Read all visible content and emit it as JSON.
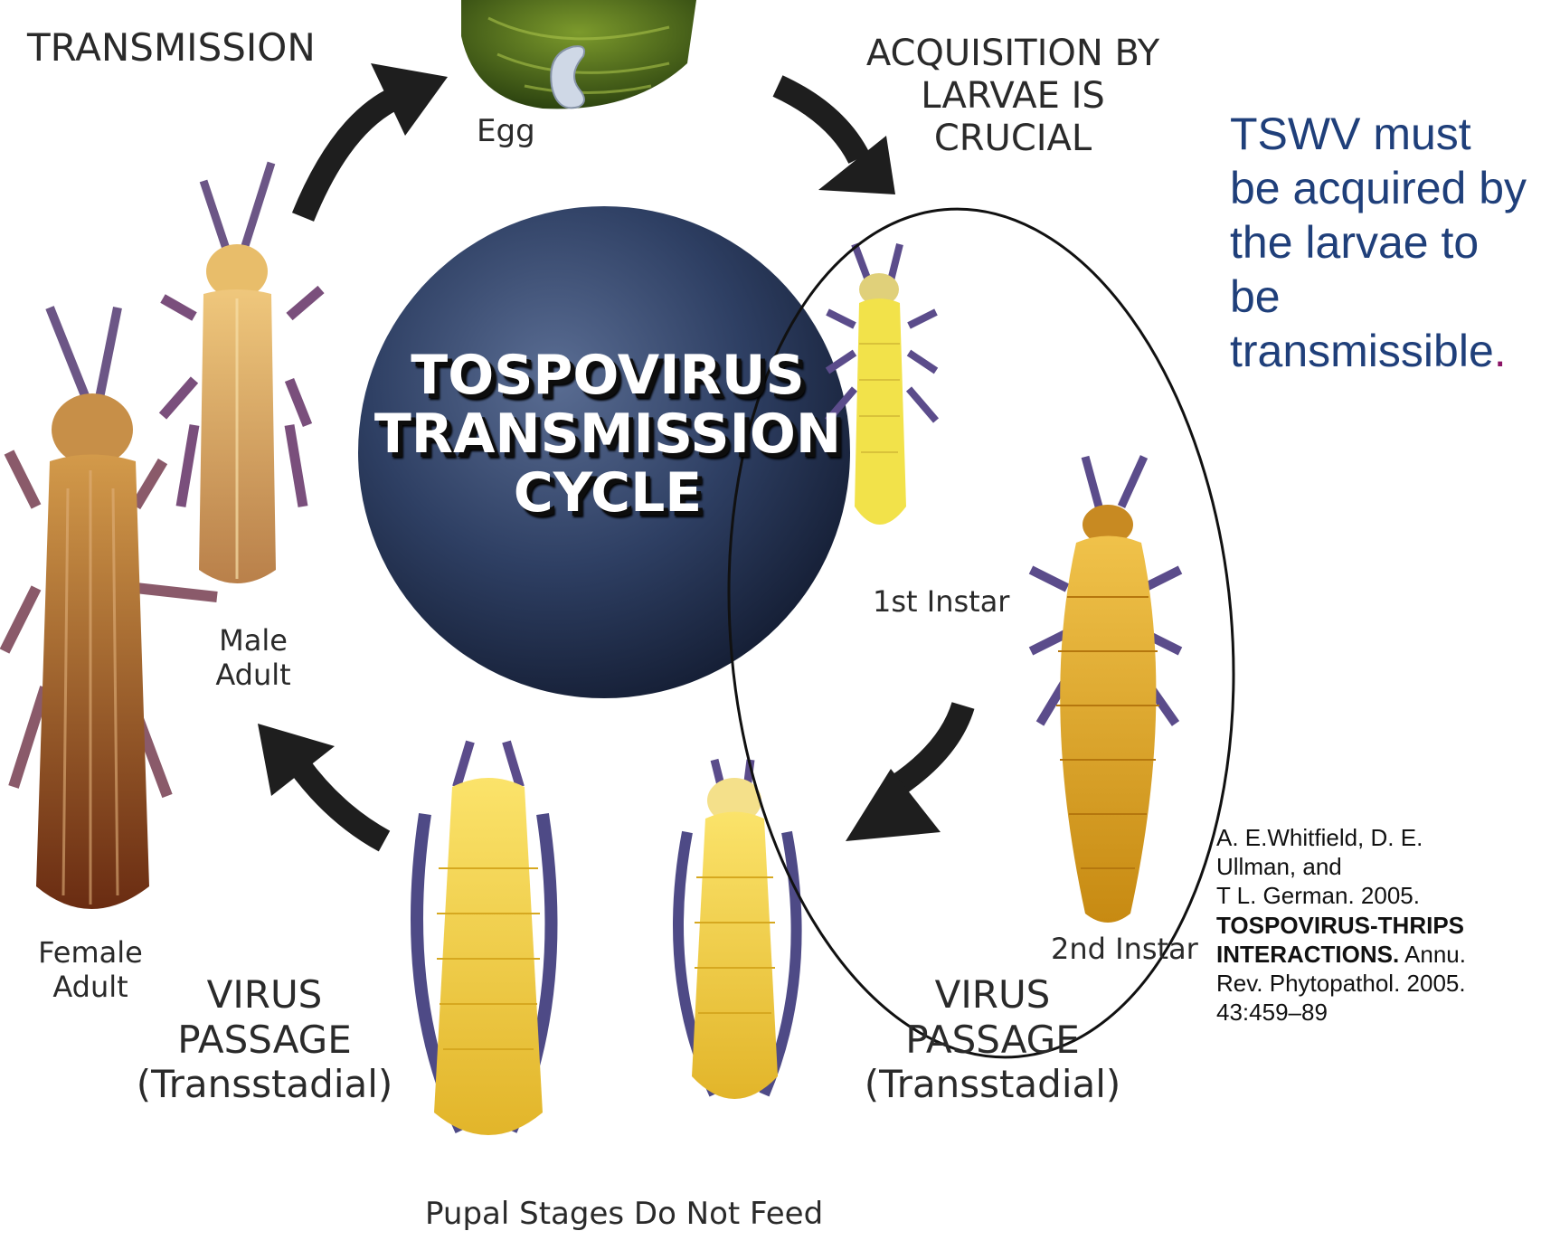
{
  "labels": {
    "transmission": "TRANSMISSION",
    "acquisition": [
      "ACQUISITION BY",
      "LARVAE IS",
      "CRUCIAL"
    ],
    "egg": "Egg",
    "first_instar": "1st Instar",
    "second_instar": "2nd Instar",
    "male_adult": [
      "Male",
      "Adult"
    ],
    "female_adult": [
      "Female",
      "Adult"
    ],
    "virus_passage_left": [
      "VIRUS",
      "PASSAGE",
      "(Transstadial)"
    ],
    "virus_passage_right": [
      "VIRUS",
      "PASSAGE",
      "(Transstadial)"
    ],
    "pupal": "Pupal Stages Do Not Feed"
  },
  "center_title": [
    "TOSPOVIRUS",
    "TRANSMISSION",
    "CYCLE"
  ],
  "side_text": {
    "lines": [
      "TSWV must",
      "be acquired by",
      "the larvae to",
      "be",
      "transmissible"
    ],
    "period": "."
  },
  "citation": {
    "line1": "A. E.Whitfield, D. E.",
    "line2": "Ullman, and",
    "line3": "T L. German. 2005.",
    "bold1": "TOSPOVIRUS-THRIPS",
    "bold2": "INTERACTIONS.",
    "after_bold2": " Annu.",
    "line6": "Rev. Phytopathol. 2005.",
    "line7": "43:459–89"
  },
  "colors": {
    "side_text": "#1f3f7a",
    "side_text_period": "#8b1466",
    "center_circle": "#2a3b5e",
    "arrow": "#1e1e1e",
    "instar_body": "#d9a21a",
    "pupa_body": "#f0d040"
  }
}
